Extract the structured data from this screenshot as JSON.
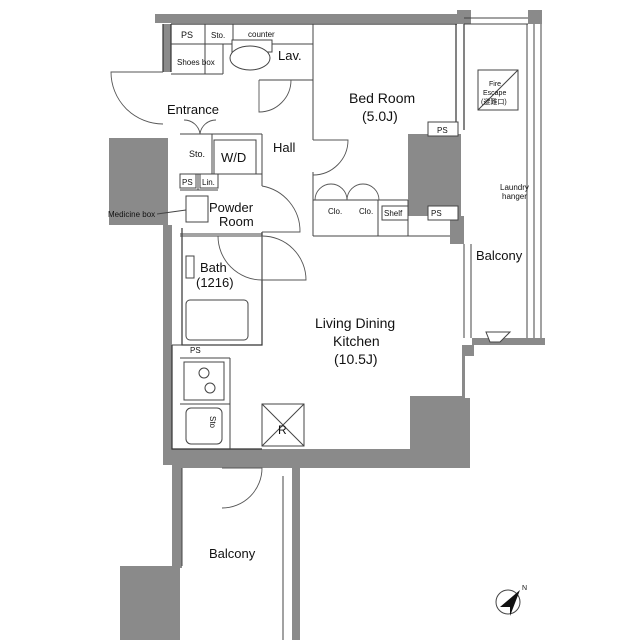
{
  "rooms": {
    "ps_top": "PS",
    "sto_top": "Sto.",
    "counter": "counter",
    "lav": "Lav.",
    "shoes_box": "Shoes box",
    "entrance": "Entrance",
    "sto_mid": "Sto.",
    "wd": "W/D",
    "hall": "Hall",
    "ps_left": "PS",
    "lin": "Lin.",
    "powder_line1": "Powder",
    "powder_line2": "Room",
    "medicine_box": "Medicine box",
    "bath_line1": "Bath",
    "bath_line2": "(1216)",
    "ps_kitchen": "PS",
    "sto_kitchen": "Sto",
    "fridge": "R",
    "bedroom_line1": "Bed Room",
    "bedroom_line2": "(5.0J)",
    "clo1": "Clo.",
    "clo2": "Clo.",
    "shelf": "Shelf",
    "ps_bed": "PS",
    "ps_shelf": "PS",
    "fire_line1": "Fire",
    "fire_line2": "Escape",
    "fire_line3": "(避難口)",
    "laundry_line1": "Laundry",
    "laundry_line2": "hanger",
    "balcony_right": "Balcony",
    "ldk_line1": "Living Dining",
    "ldk_line2": "Kitchen",
    "ldk_line3": "(10.5J)",
    "balcony_bottom": "Balcony"
  },
  "compass": {
    "label": "N",
    "icon": "north-arrow-icon"
  },
  "colors": {
    "wall_fill": "#8a8a8a",
    "line": "#333333",
    "background": "#ffffff"
  }
}
